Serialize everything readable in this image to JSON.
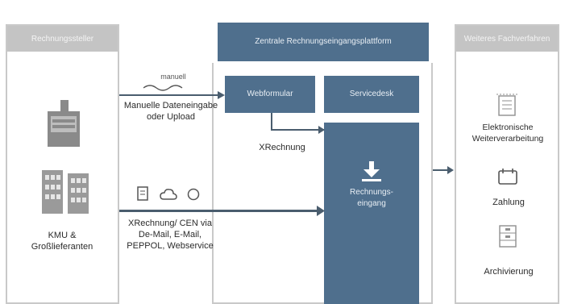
{
  "left_column": {
    "title": "Rechnungssteller",
    "sender_label": "KMU & Großlieferanten"
  },
  "center_header": "Zentrale Rechnungseingangsplattform",
  "channels": {
    "manual": {
      "arrow_note": "manuell",
      "label": "Manuelle Dateneingabe oder Upload"
    },
    "electronic": {
      "label": "XRechnung/ CEN via De-Mail, E-Mail, PEPPOL, Webservice"
    }
  },
  "boxes": {
    "web_form": "Webformular",
    "service_desk": "Servicedesk",
    "inbox": "Rechnungs-eingang"
  },
  "xrechnung_label": "XRechnung",
  "right_column": {
    "title": "Weiteres Fachverfahren",
    "items": [
      {
        "icon": "document-processing-icon",
        "label": "Elektronische Weiterverarbeitung"
      },
      {
        "icon": "payment-icon",
        "label": "Zahlung"
      },
      {
        "icon": "archive-icon",
        "label": "Archivierung"
      }
    ]
  },
  "colors": {
    "box_fill": "#4f6f8d",
    "header_grey": "#c4c4c4",
    "frame_grey": "#c9c9c9",
    "line": "#4a5d6e"
  }
}
